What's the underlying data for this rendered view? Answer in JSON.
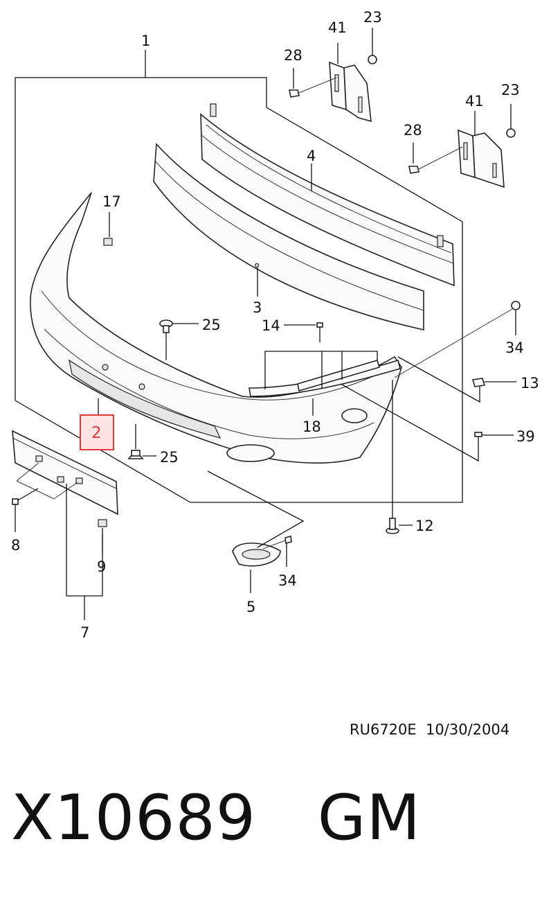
{
  "callouts": {
    "c1": "1",
    "c2": "2",
    "c3": "3",
    "c4": "4",
    "c5": "5",
    "c7": "7",
    "c8": "8",
    "c9": "9",
    "c12": "12",
    "c13": "13",
    "c14": "14",
    "c17": "17",
    "c18": "18",
    "c23a": "23",
    "c23b": "23",
    "c25a": "25",
    "c25b": "25",
    "c28a": "28",
    "c28b": "28",
    "c34a": "34",
    "c34b": "34",
    "c39": "39",
    "c41a": "41",
    "c41b": "41"
  },
  "highlight": {
    "part": "2",
    "color": "#e13a3a",
    "fill": "#fde3e3"
  },
  "doc_ref": {
    "code": "RU6720E",
    "date": "10/30/2004"
  },
  "part_number": {
    "number": "X10689",
    "brand": "GM"
  }
}
